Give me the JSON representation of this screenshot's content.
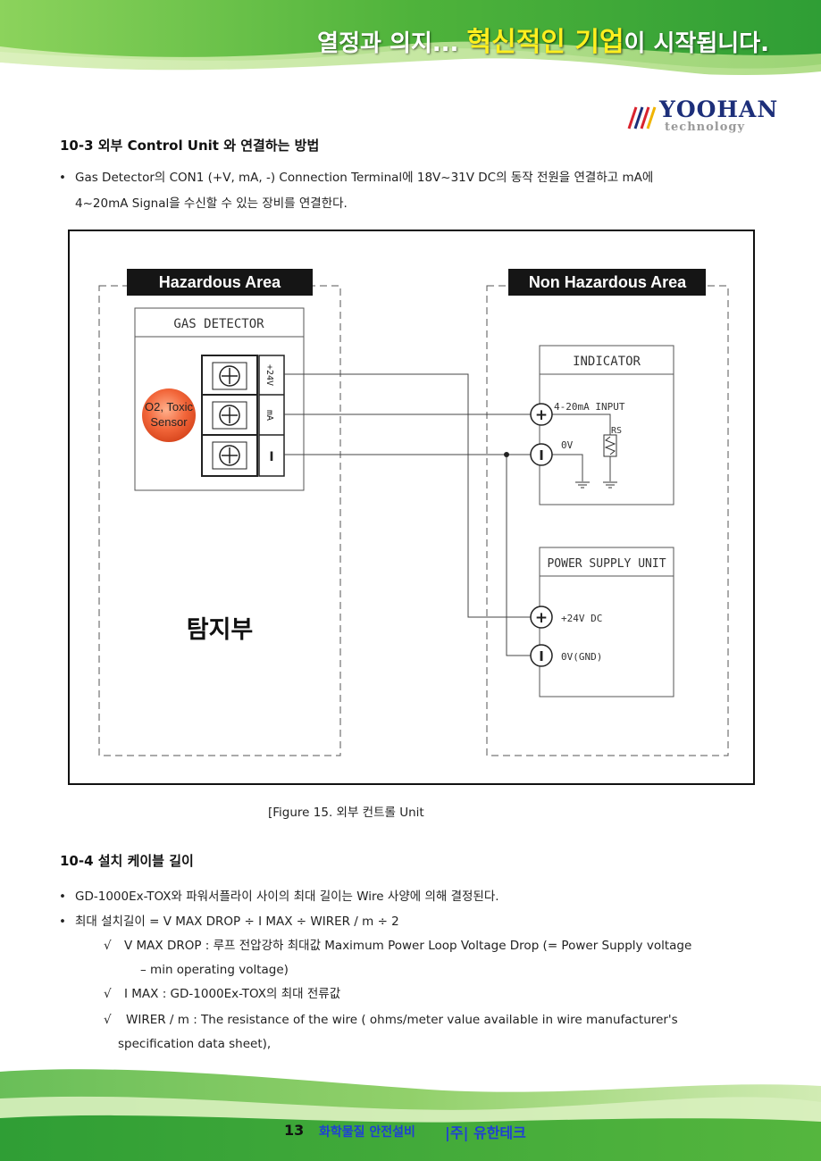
{
  "header": {
    "slogan_pre": "열정과 의지... ",
    "slogan_highlight": "혁신적인 기업",
    "slogan_post": "이 시작됩니다."
  },
  "logo": {
    "brand": "YOOHAN",
    "sub": "technology"
  },
  "section1": {
    "title": "10-3 외부 Control Unit 와 연결하는 방법",
    "bullet_line1": "Gas Detector의 CON1 (+V, mA, -) Connection Terminal에 18V~31V DC의 동작 전원을 연결하고 mA에",
    "bullet_line2": "4~20mA Signal을 수신할 수 있는 장비를 연결한다."
  },
  "diagram": {
    "hazardous_label": "Hazardous Area",
    "non_hazardous_label": "Non Hazardous Area",
    "gas_detector_label": "GAS DETECTOR",
    "sensor_label_line1": "O2, Toxic",
    "sensor_label_line2": "Sensor",
    "terminal_1": "+24V",
    "terminal_2": "mA",
    "terminal_3": "I",
    "detector_korean": "탐지부",
    "indicator_label": "INDICATOR",
    "input_label": "4-20mA INPUT",
    "rs_label": "RS",
    "ov_label": "0V",
    "psu_label": "POWER SUPPLY UNIT",
    "psu_plus": "+24V DC",
    "psu_gnd": "0V(GND)",
    "plus_symbol": "+",
    "minus_symbol": "I"
  },
  "caption": "[Figure 15. 외부 컨트롤 Unit",
  "section2": {
    "title": "10-4 설치 케이블 길이",
    "bullets": [
      "GD-1000Ex-TOX와 파워서플라이 사이의 최대 길이는 Wire 사양에 의해 결정된다.",
      "최대 설치길이 = V MAX DROP ÷ I MAX ÷ WIRER / m ÷ 2"
    ],
    "checks": [
      {
        "mark": "√",
        "line1": "V MAX DROP : 루프 전압강하 최대값 Maximum Power Loop Voltage Drop (= Power Supply voltage",
        "line2": "– min operating voltage)"
      },
      {
        "mark": "√",
        "line1": "I MAX : GD-1000Ex-TOX의 최대 전류값",
        "line2": ""
      },
      {
        "mark": "√",
        "line1": "WIRER / m : The resistance of the wire ( ohms/meter value available in wire manufacturer's",
        "line2": "specification data sheet),"
      }
    ]
  },
  "footer": {
    "page": "13",
    "company_text": "화학물질 안전설비",
    "company_brand": "|주| 유한테크"
  },
  "colors": {
    "brand_green": "#3aa33a",
    "slogan_highlight": "#ffef1f",
    "footer_blue": "#1f3fd6",
    "sensor_orange": "#f2663a"
  }
}
